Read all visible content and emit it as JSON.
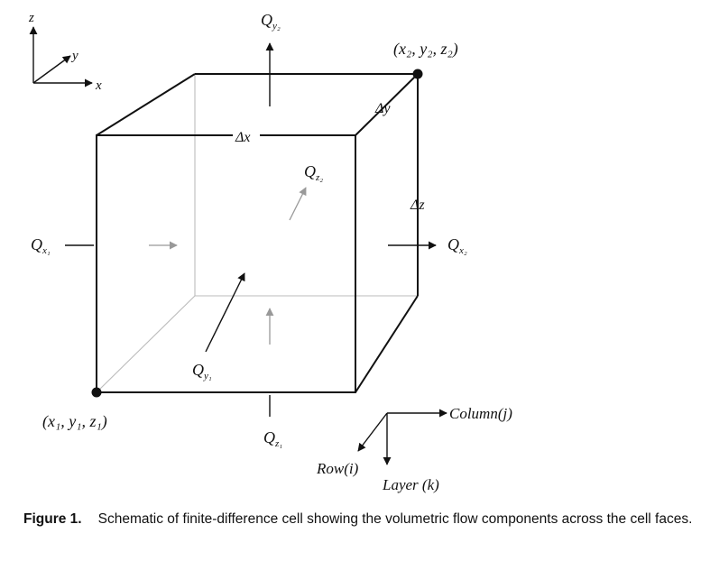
{
  "axes_indicator": {
    "z": "z",
    "y": "y",
    "x": "x"
  },
  "corners": {
    "lower": "(x₁, y₁, z₁)",
    "upper": "(x₂, y₂, z₂)"
  },
  "deltas": {
    "dx": "Δx",
    "dy": "Δy",
    "dz": "Δz"
  },
  "flows": {
    "qx1": {
      "base": "Q",
      "sub": "x₁"
    },
    "qx2": {
      "base": "Q",
      "sub": "x₂"
    },
    "qy1": {
      "base": "Q",
      "sub": "y₁"
    },
    "qy2": {
      "base": "Q",
      "sub": "y₂"
    },
    "qz1": {
      "base": "Q",
      "sub": "z₁"
    },
    "qz2": {
      "base": "Q",
      "sub": "z₂"
    }
  },
  "grid_axes": {
    "column": "Column(j)",
    "row": "Row(i)",
    "layer": "Layer (k)"
  },
  "caption": {
    "label": "Figure 1.",
    "text": "Schematic of finite-difference cell showing the volumetric flow components across the cell faces."
  }
}
